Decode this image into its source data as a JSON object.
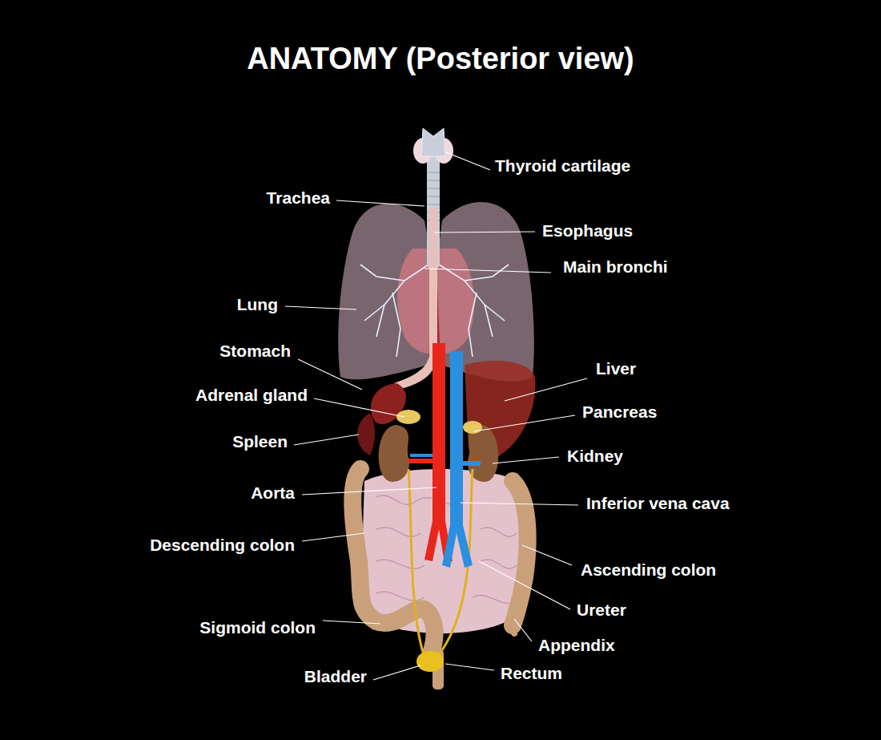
{
  "diagram": {
    "title": "ANATOMY (Posterior view)",
    "labels": [
      "Thyroid cartilage",
      "Trachea",
      "Esophagus",
      "Main bronchi",
      "Lung",
      "Stomach",
      "Liver",
      "Adrenal gland",
      "Pancreas",
      "Spleen",
      "Kidney",
      "Aorta",
      "Inferior vena cava",
      "Descending colon",
      "Ascending colon",
      "Ureter",
      "Sigmoid colon",
      "Appendix",
      "Bladder",
      "Rectum"
    ]
  }
}
